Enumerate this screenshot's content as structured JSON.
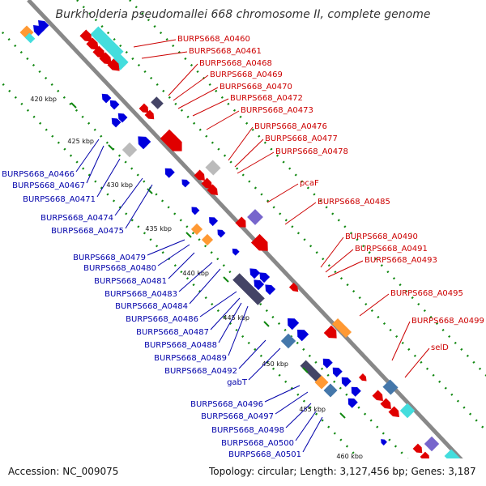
{
  "title": "Burkholderia pseudomallei 668 chromosome II, complete genome",
  "footer": {
    "accession": "Accession: NC_009075",
    "summary": "Topology: circular; Length: 3,127,456 bp; Genes: 3,187"
  },
  "colors": {
    "forward": "#e00000",
    "reverse": "#0000dd",
    "orange": "#ff9933",
    "cyan": "#44dddd",
    "steel": "#4477aa",
    "gray": "#bbbbbb",
    "dark_slate": "#444466",
    "purple": "#7766cc",
    "backbone": "#888888",
    "dots": "#118811",
    "label_forward": "#cc0000",
    "label_reverse": "#0000aa"
  },
  "ticks": [
    "420 kbp",
    "425 kbp",
    "430 kbp",
    "435 kbp",
    "440 kbp",
    "445 kbp",
    "450 kbp",
    "455 kbp",
    "460 kbp"
  ],
  "labels_right": [
    "BURPS668_A0460",
    "BURPS668_A0461",
    "BURPS668_A0468",
    "BURPS668_A0469",
    "BURPS668_A0470",
    "BURPS668_A0472",
    "BURPS668_A0473",
    "BURPS668_A0476",
    "BURPS668_A0477",
    "BURPS668_A0478",
    "pcaF",
    "BURPS668_A0485",
    "BURPS668_A0490",
    "BURPS668_A0491",
    "BURPS668_A0493",
    "BURPS668_A0495",
    "BURPS668_A0499",
    "selD"
  ],
  "labels_left": [
    "BURPS668_A0466",
    "BURPS668_A0467",
    "BURPS668_A0471",
    "BURPS668_A0474",
    "BURPS668_A0475",
    "BURPS668_A0479",
    "BURPS668_A0480",
    "BURPS668_A0481",
    "BURPS668_A0483",
    "BURPS668_A0484",
    "BURPS668_A0486",
    "BURPS668_A0487",
    "BURPS668_A0488",
    "BURPS668_A0489",
    "BURPS668_A0492",
    "gabT",
    "BURPS668_A0496",
    "BURPS668_A0497",
    "BURPS668_A0498",
    "BURPS668_A0500",
    "BURPS668_A0501"
  ]
}
